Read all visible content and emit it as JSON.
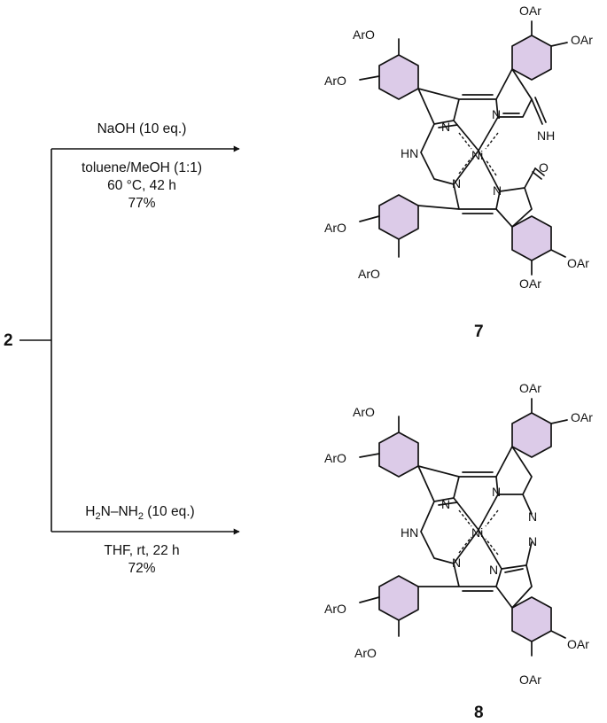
{
  "start_compound": "2",
  "colors": {
    "aromatic_fill": "#dccbe8",
    "line": "#111111"
  },
  "reactions": [
    {
      "reagent": "NaOH (10 eq.)",
      "conditions": [
        "toluene/MeOH (1:1)",
        "60 °C, 42 h",
        "77%"
      ],
      "product_number": "7",
      "atoms": {
        "n_upper_left": "N",
        "n_upper_right": "N",
        "n_lower_left": "N",
        "n_lower_right": "N",
        "metal": "Ni",
        "bridge_left": "HN",
        "imine": "NH",
        "carbonyl": "O",
        "ar_tl_1": "ArO",
        "ar_tl_2": "ArO",
        "ar_tr_1": "OAr",
        "ar_tr_2": "OAr",
        "ar_bl_1": "ArO",
        "ar_bl_2": "ArO",
        "ar_br_1": "OAr",
        "ar_br_2": "OAr"
      }
    },
    {
      "reagent_parts": [
        "H",
        "2",
        "N–NH",
        "2",
        " (10 eq.)"
      ],
      "conditions": [
        "THF, rt, 22 h",
        "72%"
      ],
      "product_number": "8",
      "atoms": {
        "n_upper_left": "N",
        "n_upper_right": "N",
        "n_lower_left": "N",
        "n_lower_right": "N",
        "metal": "Ni",
        "bridge_left": "HN",
        "azo_1": "N",
        "azo_2": "N",
        "ar_tl_1": "ArO",
        "ar_tl_2": "ArO",
        "ar_tr_1": "OAr",
        "ar_tr_2": "OAr",
        "ar_bl_1": "ArO",
        "ar_bl_2": "ArO",
        "ar_br_1": "OAr",
        "ar_br_2": "OAr"
      }
    }
  ]
}
